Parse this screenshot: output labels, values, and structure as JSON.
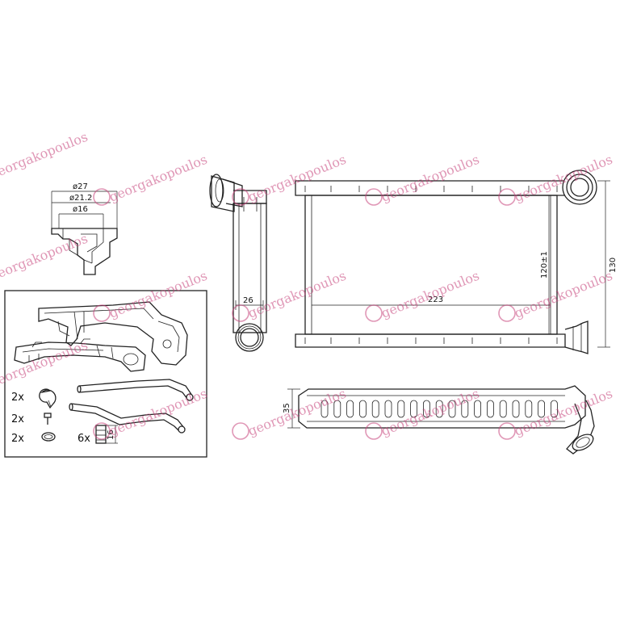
{
  "watermark": {
    "text": "georgakopoulos"
  },
  "dimensions": {
    "d27": "ø27",
    "d21": "ø21.2",
    "d16": "ø16",
    "side_width": "26",
    "length": "223",
    "core_height": "120±1",
    "total_height": "130",
    "thickness": "35",
    "clip_len": "16"
  },
  "kit": {
    "clip_qty": "2x",
    "screw_qty": "2x",
    "oring_qty": "2x",
    "clamp_qty": "6x"
  }
}
